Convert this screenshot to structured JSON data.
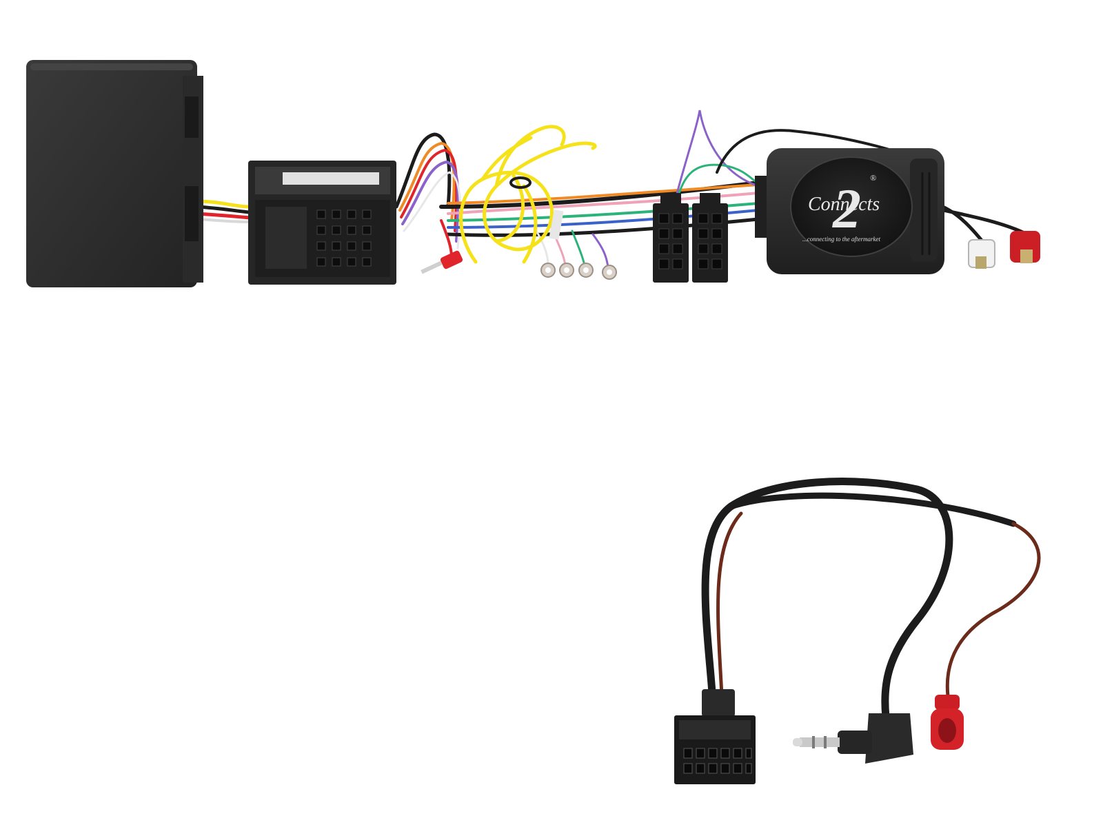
{
  "product_photo": {
    "brand_logo": {
      "numeral": "2",
      "wordmark": "Connects",
      "registered_mark": "®",
      "tagline": "...connecting to the aftermarket"
    },
    "colors": {
      "background": "#ffffff",
      "housing": "#2e2e2e",
      "cable_black": "#1c1c1c",
      "wire_yellow": "#f5e21a",
      "wire_red": "#e0242b",
      "wire_brown": "#6b2a1a",
      "wire_violet": "#8a62c9",
      "wire_green": "#2bb37a",
      "wire_pink": "#f0a3b8",
      "wire_orange": "#f08a24",
      "wire_blue": "#3b62c8",
      "rca_red": "#cc1f25",
      "rca_white": "#f2f2f2"
    },
    "icons": [
      "interface-module",
      "quadlock-connector",
      "iso-connector",
      "rca-plug",
      "jack-plug",
      "patch-lead-connector"
    ]
  }
}
